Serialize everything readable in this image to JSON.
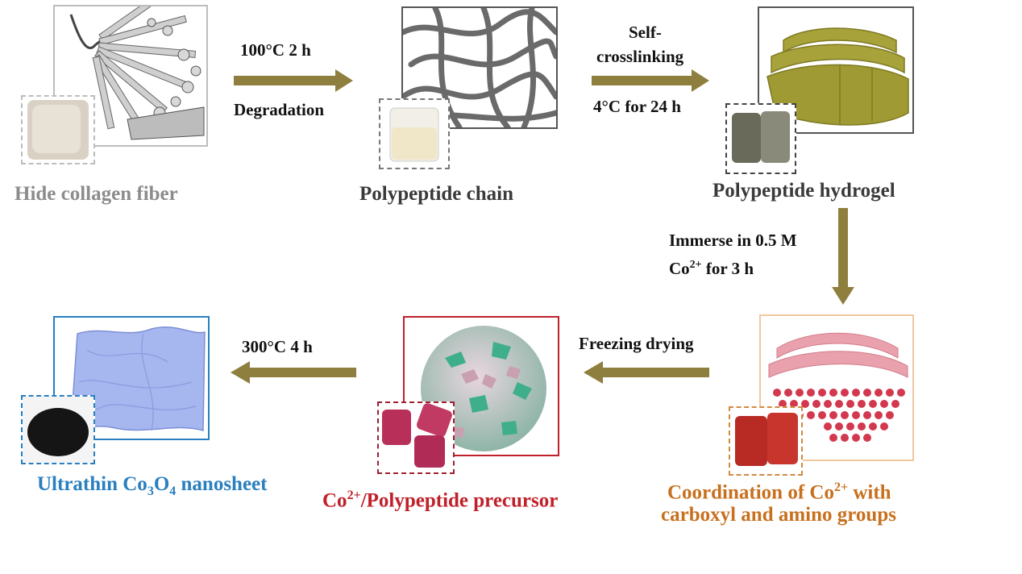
{
  "stages": {
    "hide": {
      "label": "Hide collagen fiber"
    },
    "chain": {
      "label": "Polypeptide chain"
    },
    "hydrogel": {
      "label": "Polypeptide hydrogel"
    },
    "coordination": {
      "line1_pre": "Coordination of Co",
      "line1_sup": "2+",
      "line1_post": " with",
      "line2": "carboxyl and amino groups"
    },
    "precursor": {
      "pre": "Co",
      "sup": "2+",
      "post": "/Polypeptide precursor"
    },
    "nanosheet": {
      "pre": "Ultrathin Co",
      "sub1": "3",
      "mid": "O",
      "sub2": "4",
      "post": " nanosheet"
    }
  },
  "steps": {
    "degradation": {
      "top": "100°C  2 h",
      "bottom": "Degradation"
    },
    "crosslink": {
      "top1": "Self-",
      "top2": "crosslinking",
      "bottom": "4°C for 24 h"
    },
    "immerse": {
      "line1": "Immerse in 0.5 M",
      "line2_pre": "Co",
      "line2_sup": "2+",
      "line2_post": " for 3 h"
    },
    "freezing": {
      "label": "Freezing drying"
    },
    "calcine": {
      "label": "300°C  4 h"
    }
  },
  "colors": {
    "arrow": "#8f7f3f",
    "hide_label": "#8c8c8c",
    "dark_label": "#3a3a3a",
    "coordination": "#c8701e",
    "precursor": "#c0202a",
    "nanosheet": "#2a7fbf"
  }
}
